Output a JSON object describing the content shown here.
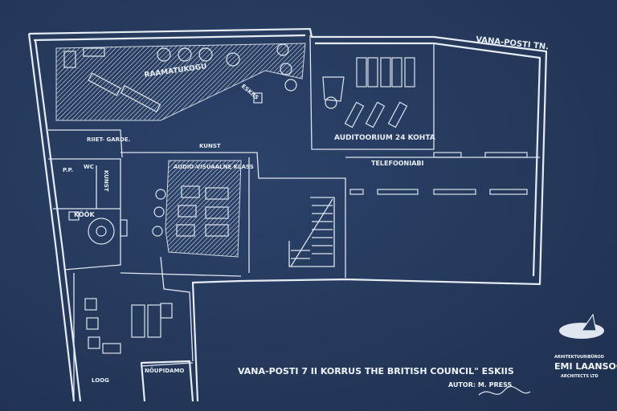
{
  "plan": {
    "street_label": "VANA-POSTI TN.",
    "rooms": {
      "library": "RAAMATUKOGU",
      "library_sub": "ESKIIS",
      "wardrobe": "RIIET- GARDE.",
      "pp": "P.P.",
      "wc": "WC",
      "kunst_vertical": "KUNST",
      "kitchen": "KÖÖK",
      "kunst": "KUNST",
      "av_class": "AUDIO-VISUAALNE KLASS",
      "auditorium": "AUDITOORIUM 24 KOHTA",
      "telephone": "TELEFOONIABI",
      "nouplaud": "NÕUPIDAMO",
      "lobby": "LOOG"
    },
    "title": "VANA-POSTI 7  II KORRUS   THE BRITISH COUNCIL\"  ESKIIS",
    "author": "AUTOR: M. PRESS"
  },
  "logo": {
    "top_line": "ARHITEKTUURIBÜROO",
    "name": "EMI LAANSOO",
    "sub": "ARCHITECTS LTD"
  },
  "colors": {
    "background": "#26395a",
    "lines": "#e6ecf4"
  }
}
